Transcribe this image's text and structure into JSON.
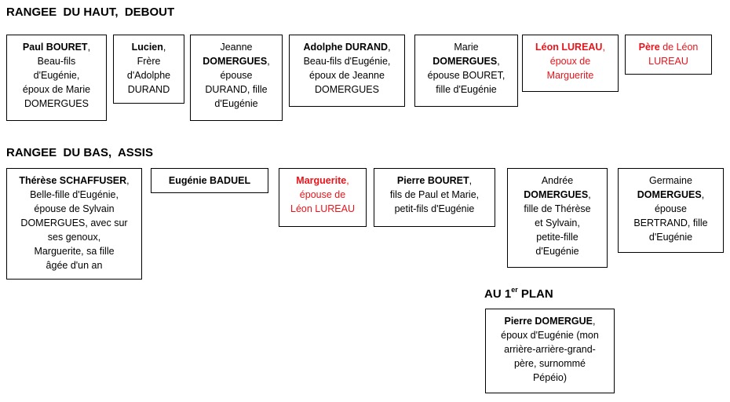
{
  "headings": {
    "top_row": "RANGEE  DU HAUT,  DEBOUT",
    "bottom_row": "RANGEE  DU BAS,  ASSIS",
    "foreground_prefix": "AU 1",
    "foreground_sup": "er",
    "foreground_suffix": " PLAN"
  },
  "top": {
    "paul": {
      "name": "Paul BOURET",
      "rest": ",\nBeau-fils\nd'Eugénie,\népoux de Marie\nDOMERGUES"
    },
    "lucien": {
      "name": "Lucien",
      "rest": ",\nFrère\nd'Adolphe\nDURAND"
    },
    "jeanne": {
      "l1": "Jeanne",
      "name": "DOMERGUES",
      "rest": ",\népouse\nDURAND, fille\nd'Eugénie"
    },
    "adolphe": {
      "name": "Adolphe DURAND",
      "rest": ",\nBeau-fils d'Eugénie,\népoux de Jeanne\nDOMERGUES"
    },
    "marie": {
      "l1": "Marie",
      "name": "DOMERGUES",
      "rest": ",\népouse BOURET,\nfille d'Eugénie"
    },
    "leon": {
      "name": "Léon LUREAU",
      "rest": ",\népoux de\nMarguerite"
    },
    "pere": {
      "name": "Père",
      "rest": " de Léon\nLUREAU"
    }
  },
  "bottom": {
    "therese": {
      "name": "Thérèse SCHAFFUSER",
      "rest": ",\nBelle-fille d'Eugénie,\népouse de Sylvain\nDOMERGUES, avec sur\nses genoux,\nMarguerite,  sa fille\nâgée d'un an"
    },
    "eugenie": {
      "name": "Eugénie BADUEL"
    },
    "marguerite": {
      "name": "Marguerite",
      "rest": ",\népouse de\nLéon LUREAU"
    },
    "pierre_b": {
      "name": "Pierre BOURET",
      "rest": ",\nfils de Paul et Marie,\npetit-fils d'Eugénie"
    },
    "andree": {
      "l1": "Andrée",
      "name": "DOMERGUES",
      "rest": ",\nfille de Thérèse\net Sylvain,\npetite-fille\nd'Eugénie"
    },
    "germaine": {
      "l1": "Germaine",
      "name": "DOMERGUES",
      "rest": ",\népouse\nBERTRAND, fille\nd'Eugénie"
    }
  },
  "front": {
    "pierre_d": {
      "name": "Pierre DOMERGUE",
      "rest": ",\népoux d'Eugénie (mon\narrière-arrière-grand-\npère, surnommé\nPépéio)"
    }
  },
  "colors": {
    "highlight": "#e8141b",
    "border": "#000000",
    "text": "#000000"
  }
}
